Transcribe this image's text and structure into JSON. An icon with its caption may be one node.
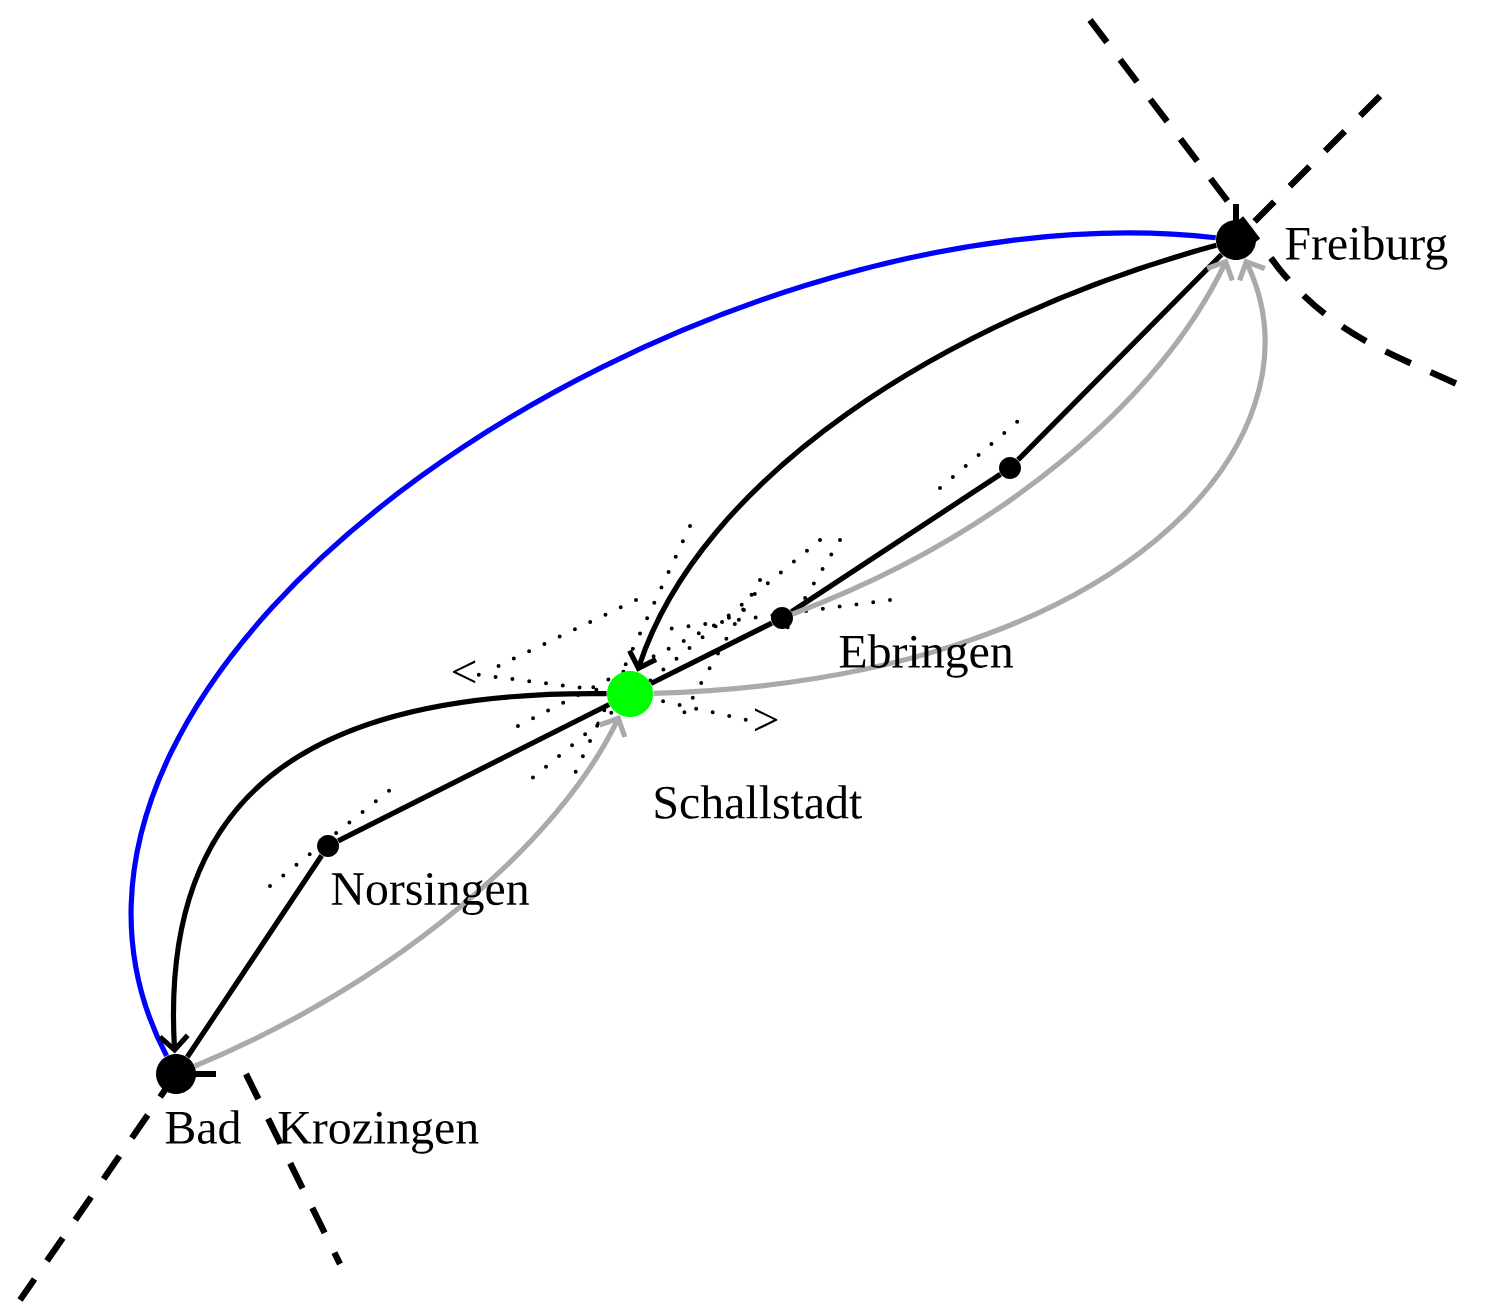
{
  "diagram": {
    "nodes": [
      {
        "text": [],
        "shape": "circle",
        "beside": [
          "Freiburg"
        ]
      },
      {
        "text": [],
        "shape": "circle"
      },
      {
        "text": [],
        "shape": "circle",
        "beside": [
          "Ebringen"
        ]
      },
      {
        "text": [],
        "shape": "circle",
        "beside": [
          "Schallstadt"
        ]
      },
      {
        "text": [],
        "shape": "circle",
        "beside": [
          "Norsingen"
        ]
      },
      {
        "text": [],
        "shape": "circle",
        "beside": [
          "Bad Krozingen"
        ]
      }
    ],
    "edges": [
      {
        "from": 0,
        "to": 5,
        "arrow": "none",
        "color": "#0000ff"
      },
      {
        "from": 0,
        "to": 3,
        "arrow": "to"
      },
      {
        "from": 3,
        "to": 5,
        "arrow": "to"
      },
      {
        "from": 0,
        "to": 1,
        "arrow": "none"
      },
      {
        "from": 1,
        "to": 2,
        "arrow": "none"
      },
      {
        "from": 2,
        "to": 3,
        "arrow": "none"
      },
      {
        "from": 3,
        "to": 4,
        "arrow": "none"
      },
      {
        "from": 4,
        "to": 5,
        "arrow": "none"
      },
      {
        "from": 5,
        "to": 3,
        "arrow": "to",
        "color": "#aaaaaa"
      },
      {
        "from": 2,
        "to": 0,
        "arrow": "to",
        "color": "#aaaaaa"
      },
      {
        "from": 3,
        "to": 0,
        "arrow": "to",
        "color": "#aaaaaa"
      }
    ],
    "labels": [
      "<",
      ">"
    ]
  }
}
